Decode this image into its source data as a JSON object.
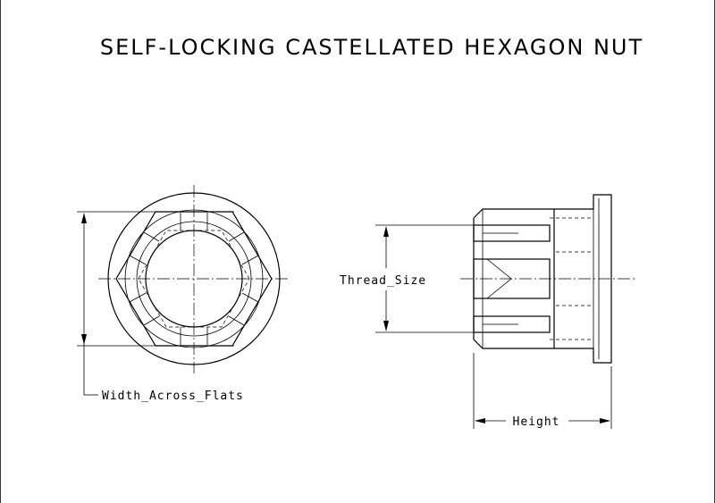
{
  "drawing": {
    "title": "SELF-LOCKING CASTELLATED HEXAGON NUT",
    "dimensions": {
      "width_across_flats": "Width_Across_Flats",
      "thread_size": "Thread_Size",
      "height": "Height"
    }
  }
}
